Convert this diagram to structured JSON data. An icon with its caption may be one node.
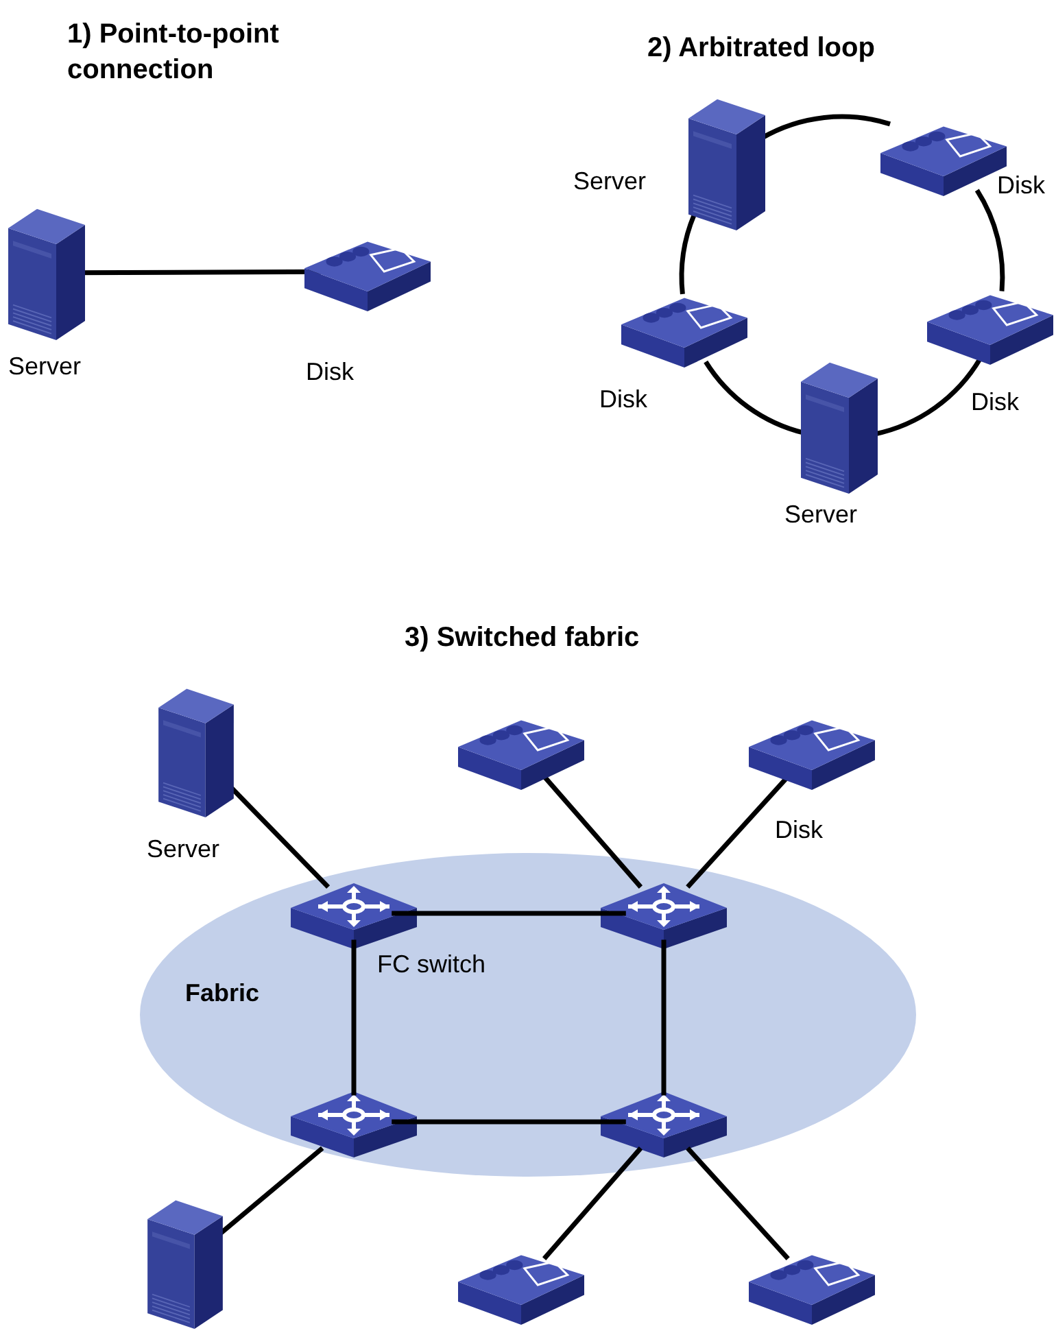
{
  "diagram": {
    "nodes": [
      {
        "text": [],
        "shape": "picture",
        "beside": [
          "Server"
        ]
      },
      {
        "text": [],
        "shape": "picture",
        "beside": [
          "Disk"
        ]
      },
      {
        "text": [],
        "shape": "picture",
        "beside": [
          "Server"
        ]
      },
      {
        "text": [],
        "shape": "picture",
        "beside": [
          "Disk"
        ]
      },
      {
        "text": [],
        "shape": "picture",
        "beside": [
          "Disk"
        ]
      },
      {
        "text": [],
        "shape": "picture",
        "beside": [
          "Server"
        ]
      },
      {
        "text": [],
        "shape": "picture",
        "beside": [
          "Disk"
        ]
      },
      {
        "text": [
          "Fabric"
        ]
      },
      {
        "text": [],
        "shape": "picture",
        "in": 7,
        "beside": [
          "FC switch"
        ]
      },
      {
        "text": [],
        "shape": "picture",
        "in": 7
      },
      {
        "text": [],
        "shape": "picture",
        "in": 7
      },
      {
        "text": [],
        "shape": "picture",
        "in": 7
      },
      {
        "text": [],
        "shape": "picture",
        "beside": [
          "Server"
        ]
      },
      {
        "text": [],
        "shape": "picture"
      },
      {
        "text": [],
        "shape": "picture",
        "beside": [
          "Disk"
        ]
      },
      {
        "text": [],
        "shape": "picture"
      },
      {
        "text": [],
        "shape": "picture"
      },
      {
        "text": [],
        "shape": "picture"
      }
    ],
    "edges": [
      {
        "from": 0,
        "to": 1,
        "arrow": "none"
      },
      {
        "from": 2,
        "to": 3,
        "arrow": "none"
      },
      {
        "from": 3,
        "to": 4,
        "arrow": "none"
      },
      {
        "from": 4,
        "to": 5,
        "arrow": "none"
      },
      {
        "from": 5,
        "to": 6,
        "arrow": "none"
      },
      {
        "from": 6,
        "to": 2,
        "arrow": "none"
      },
      {
        "from": 12,
        "to": 8,
        "arrow": "none"
      },
      {
        "from": 13,
        "to": 9,
        "arrow": "none"
      },
      {
        "from": 14,
        "to": 9,
        "arrow": "none"
      },
      {
        "from": 8,
        "to": 9,
        "arrow": "none"
      },
      {
        "from": 8,
        "to": 10,
        "arrow": "none"
      },
      {
        "from": 9,
        "to": 11,
        "arrow": "none"
      },
      {
        "from": 10,
        "to": 11,
        "arrow": "none"
      },
      {
        "from": 10,
        "to": 15,
        "arrow": "none"
      },
      {
        "from": 11,
        "to": 16,
        "arrow": "none"
      },
      {
        "from": 11,
        "to": 17,
        "arrow": "none"
      }
    ],
    "labels": [
      "1) Point-to-point connection",
      "2) Arbitrated loop",
      "3) Switched fabric"
    ]
  }
}
